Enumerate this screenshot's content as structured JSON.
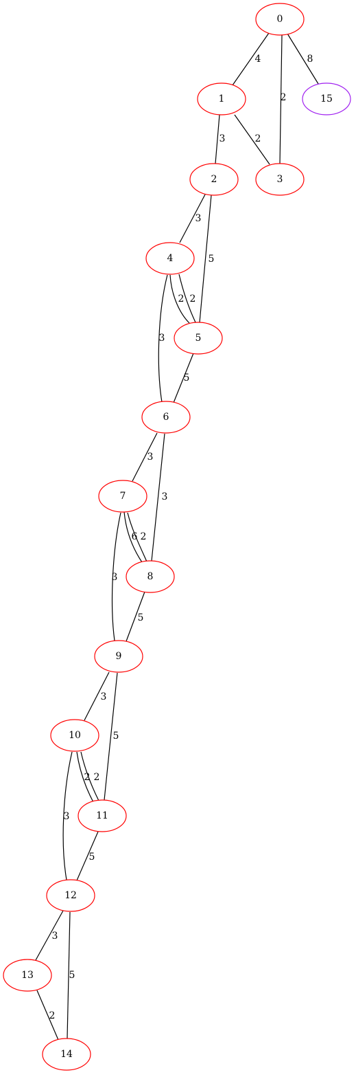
{
  "colors": {
    "default_node": "#ff0000",
    "highlight_node": "#a020f0",
    "edge": "#000000"
  },
  "graph": {
    "nodes": [
      {
        "id": "0",
        "label": "0"
      },
      {
        "id": "1",
        "label": "1"
      },
      {
        "id": "2",
        "label": "2"
      },
      {
        "id": "3",
        "label": "3"
      },
      {
        "id": "4",
        "label": "4"
      },
      {
        "id": "5",
        "label": "5"
      },
      {
        "id": "6",
        "label": "6"
      },
      {
        "id": "7",
        "label": "7"
      },
      {
        "id": "8",
        "label": "8"
      },
      {
        "id": "9",
        "label": "9"
      },
      {
        "id": "10",
        "label": "10"
      },
      {
        "id": "11",
        "label": "11"
      },
      {
        "id": "12",
        "label": "12"
      },
      {
        "id": "13",
        "label": "13"
      },
      {
        "id": "14",
        "label": "14"
      },
      {
        "id": "15",
        "label": "15",
        "highlight": true
      }
    ],
    "edges": [
      {
        "source": "0",
        "target": "1",
        "weight": "4"
      },
      {
        "source": "0",
        "target": "3",
        "weight": "2"
      },
      {
        "source": "0",
        "target": "15",
        "weight": "8"
      },
      {
        "source": "1",
        "target": "2",
        "weight": "3"
      },
      {
        "source": "1",
        "target": "3",
        "weight": "2"
      },
      {
        "source": "2",
        "target": "4",
        "weight": "3"
      },
      {
        "source": "2",
        "target": "5",
        "weight": "5"
      },
      {
        "source": "4",
        "target": "5",
        "weight": "2"
      },
      {
        "source": "4",
        "target": "5",
        "weight": "2"
      },
      {
        "source": "4",
        "target": "6",
        "weight": "3"
      },
      {
        "source": "5",
        "target": "6",
        "weight": "5"
      },
      {
        "source": "6",
        "target": "7",
        "weight": "3"
      },
      {
        "source": "6",
        "target": "8",
        "weight": "3"
      },
      {
        "source": "7",
        "target": "8",
        "weight": "6"
      },
      {
        "source": "7",
        "target": "8",
        "weight": "2"
      },
      {
        "source": "7",
        "target": "9",
        "weight": "3"
      },
      {
        "source": "8",
        "target": "9",
        "weight": "5"
      },
      {
        "source": "9",
        "target": "10",
        "weight": "3"
      },
      {
        "source": "9",
        "target": "11",
        "weight": "5"
      },
      {
        "source": "10",
        "target": "11",
        "weight": "2"
      },
      {
        "source": "10",
        "target": "11",
        "weight": "2"
      },
      {
        "source": "10",
        "target": "12",
        "weight": "3"
      },
      {
        "source": "11",
        "target": "12",
        "weight": "5"
      },
      {
        "source": "12",
        "target": "13",
        "weight": "3"
      },
      {
        "source": "12",
        "target": "14",
        "weight": "5"
      },
      {
        "source": "13",
        "target": "14",
        "weight": "2"
      }
    ]
  }
}
